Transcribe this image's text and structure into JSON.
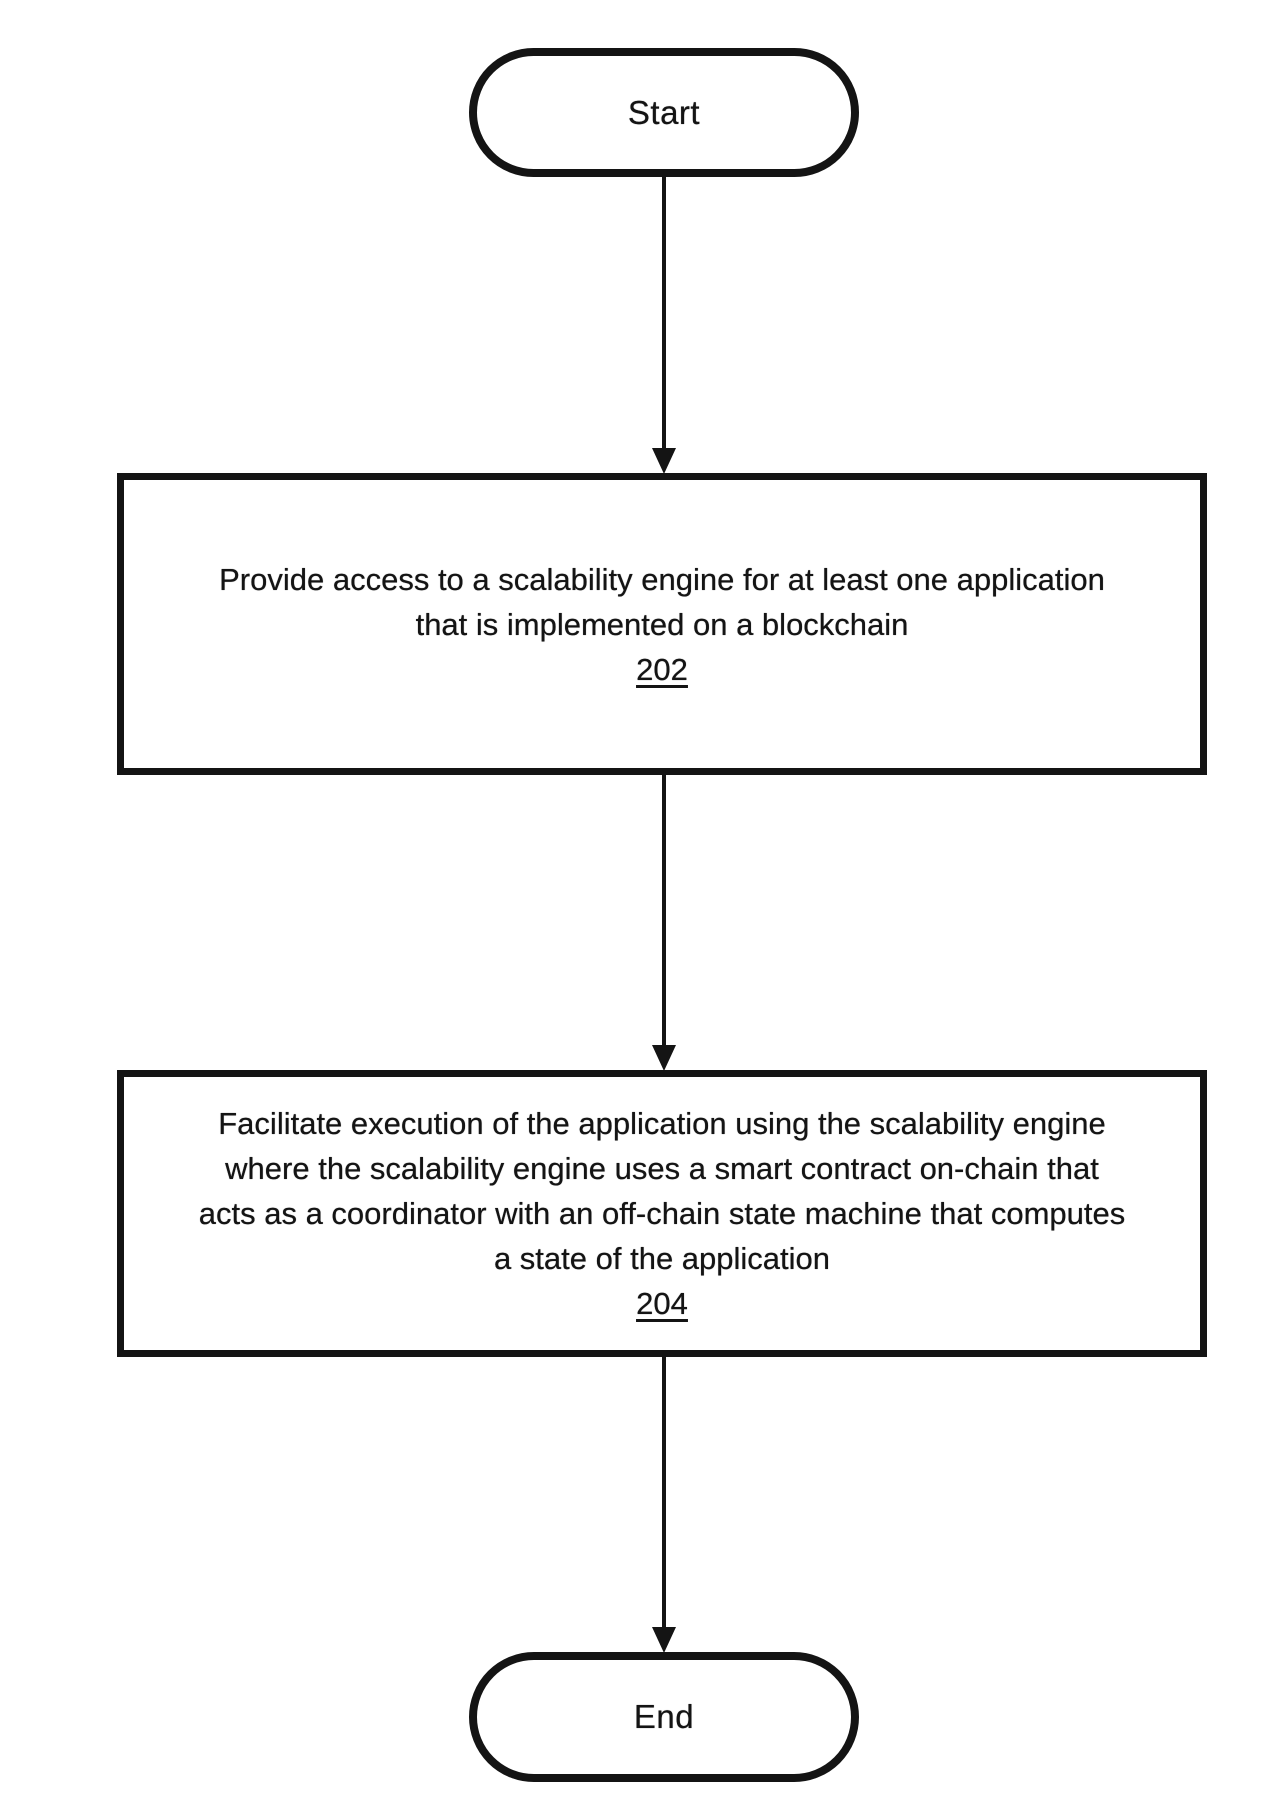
{
  "colors": {
    "ink": "#141414",
    "background": "#ffffff"
  },
  "flowchart": {
    "start": {
      "label": "Start"
    },
    "steps": [
      {
        "lines": [
          "Provide access to a scalability engine for at least one application",
          "that is implemented on a blockchain"
        ],
        "ref": "202"
      },
      {
        "lines": [
          "Facilitate execution of the application using the scalability engine",
          "where the scalability engine uses a smart contract on-chain that",
          "acts as a coordinator with an off-chain state machine that computes",
          "a state of the application"
        ],
        "ref": "204"
      }
    ],
    "end": {
      "label": "End"
    }
  }
}
